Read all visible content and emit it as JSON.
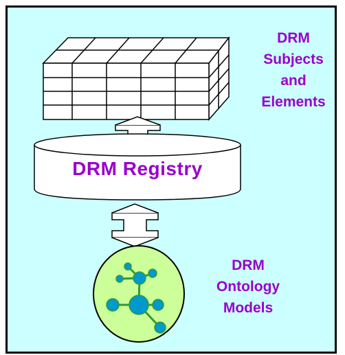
{
  "subjects_label": {
    "line1": "DRM",
    "line2": "Subjects",
    "line3": "and",
    "line4": "Elements"
  },
  "registry": {
    "title": "DRM Registry"
  },
  "ontology_label": {
    "line1": "DRM",
    "line2": "Ontology",
    "line3": "Models"
  },
  "colors": {
    "panel_background": "#ccffff",
    "text_accent": "#9900cc",
    "ontology_fill": "#ccff99",
    "node_fill": "#0099cc",
    "edge_color": "#339933"
  }
}
